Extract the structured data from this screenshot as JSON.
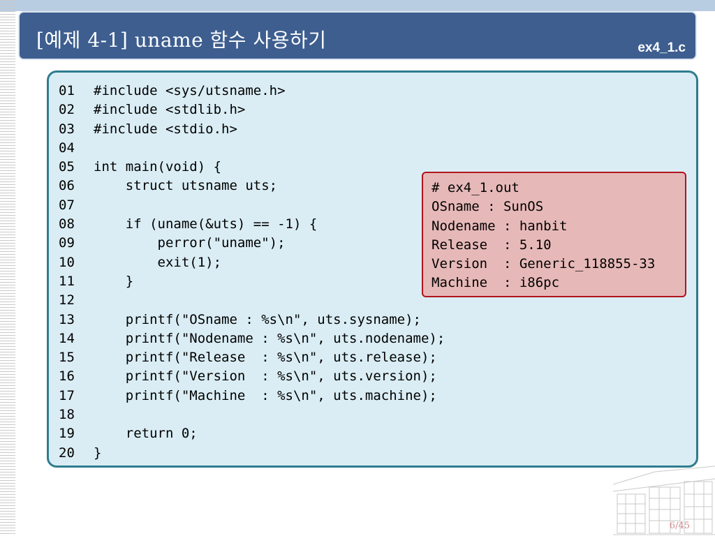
{
  "slide": {
    "title": "[예제 4-1] uname 함수 사용하기",
    "file_label": "ex4_1.c",
    "page_number": "6/45"
  },
  "code": {
    "lines": [
      {
        "num": "01",
        "text": "#include <sys/utsname.h>"
      },
      {
        "num": "02",
        "text": "#include <stdlib.h>"
      },
      {
        "num": "03",
        "text": "#include <stdio.h>"
      },
      {
        "num": "04",
        "text": ""
      },
      {
        "num": "05",
        "text": "int main(void) {"
      },
      {
        "num": "06",
        "text": "    struct utsname uts;"
      },
      {
        "num": "07",
        "text": ""
      },
      {
        "num": "08",
        "text": "    if (uname(&uts) == -1) {"
      },
      {
        "num": "09",
        "text": "        perror(\"uname\");"
      },
      {
        "num": "10",
        "text": "        exit(1);"
      },
      {
        "num": "11",
        "text": "    }"
      },
      {
        "num": "12",
        "text": ""
      },
      {
        "num": "13",
        "text": "    printf(\"OSname : %s\\n\", uts.sysname);"
      },
      {
        "num": "14",
        "text": "    printf(\"Nodename : %s\\n\", uts.nodename);"
      },
      {
        "num": "15",
        "text": "    printf(\"Release  : %s\\n\", uts.release);"
      },
      {
        "num": "16",
        "text": "    printf(\"Version  : %s\\n\", uts.version);"
      },
      {
        "num": "17",
        "text": "    printf(\"Machine  : %s\\n\", uts.machine);"
      },
      {
        "num": "18",
        "text": ""
      },
      {
        "num": "19",
        "text": "    return 0;"
      },
      {
        "num": "20",
        "text": "}"
      }
    ]
  },
  "output": {
    "lines": [
      "# ex4_1.out",
      "OSname : SunOS",
      "Nodename : hanbit",
      "Release  : 5.10",
      "Version  : Generic_118855-33",
      "Machine  : i86pc"
    ]
  },
  "colors": {
    "title_bar": "#3d5e8f",
    "code_panel_bg": "#daedf4",
    "code_panel_border": "#2f7c8e",
    "output_bg": "#e6b9b8",
    "output_border": "#b0141e",
    "page_number": "#d28a8a"
  }
}
